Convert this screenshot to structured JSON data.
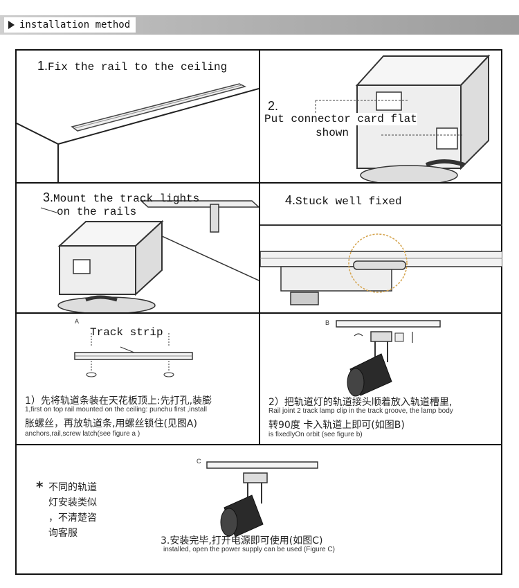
{
  "header": {
    "title": "installation method"
  },
  "steps": {
    "s1": {
      "num": "1.",
      "text": "Fix the rail to the ceiling"
    },
    "s2": {
      "num": "2.",
      "line1": "Put connector card flat",
      "line2": "shown"
    },
    "s3": {
      "num": "3.",
      "line1": "Mount the track lights",
      "line2": "on the rails"
    },
    "s4": {
      "num": "4.",
      "text": "Stuck well fixed"
    }
  },
  "figA": {
    "letter": "A",
    "label": "Track strip",
    "cn1": "1）先将轨道条装在天花板顶上:先打孔,装膨",
    "en1": "1,first on top rail mounted on the ceiling: punchu first ,install",
    "cn2": "胀螺丝，再放轨道条,用螺丝锁住(见图A)",
    "en2": "anchors,rail,screw latch(see figure a )"
  },
  "figB": {
    "letter": "B",
    "cn1": "2）把轨道灯的轨道接头顺着放入轨道槽里,",
    "en1": "Rail joint 2 track lamp clip in the track groove, the lamp body",
    "cn2": "转90度 卡入轨道上即可(如图B)",
    "en2": "is fixedlyOn orbit (see figure b)"
  },
  "figC": {
    "letter": "C",
    "star": "*",
    "note1": "不同的轨道",
    "note2": "灯安装类似",
    "note3": "，不清楚咨",
    "note4": "询客服",
    "cn": "3.安装完毕,打开电源即可使用(如图C)",
    "en": "installed, open the power supply can be used (Figure C)"
  }
}
